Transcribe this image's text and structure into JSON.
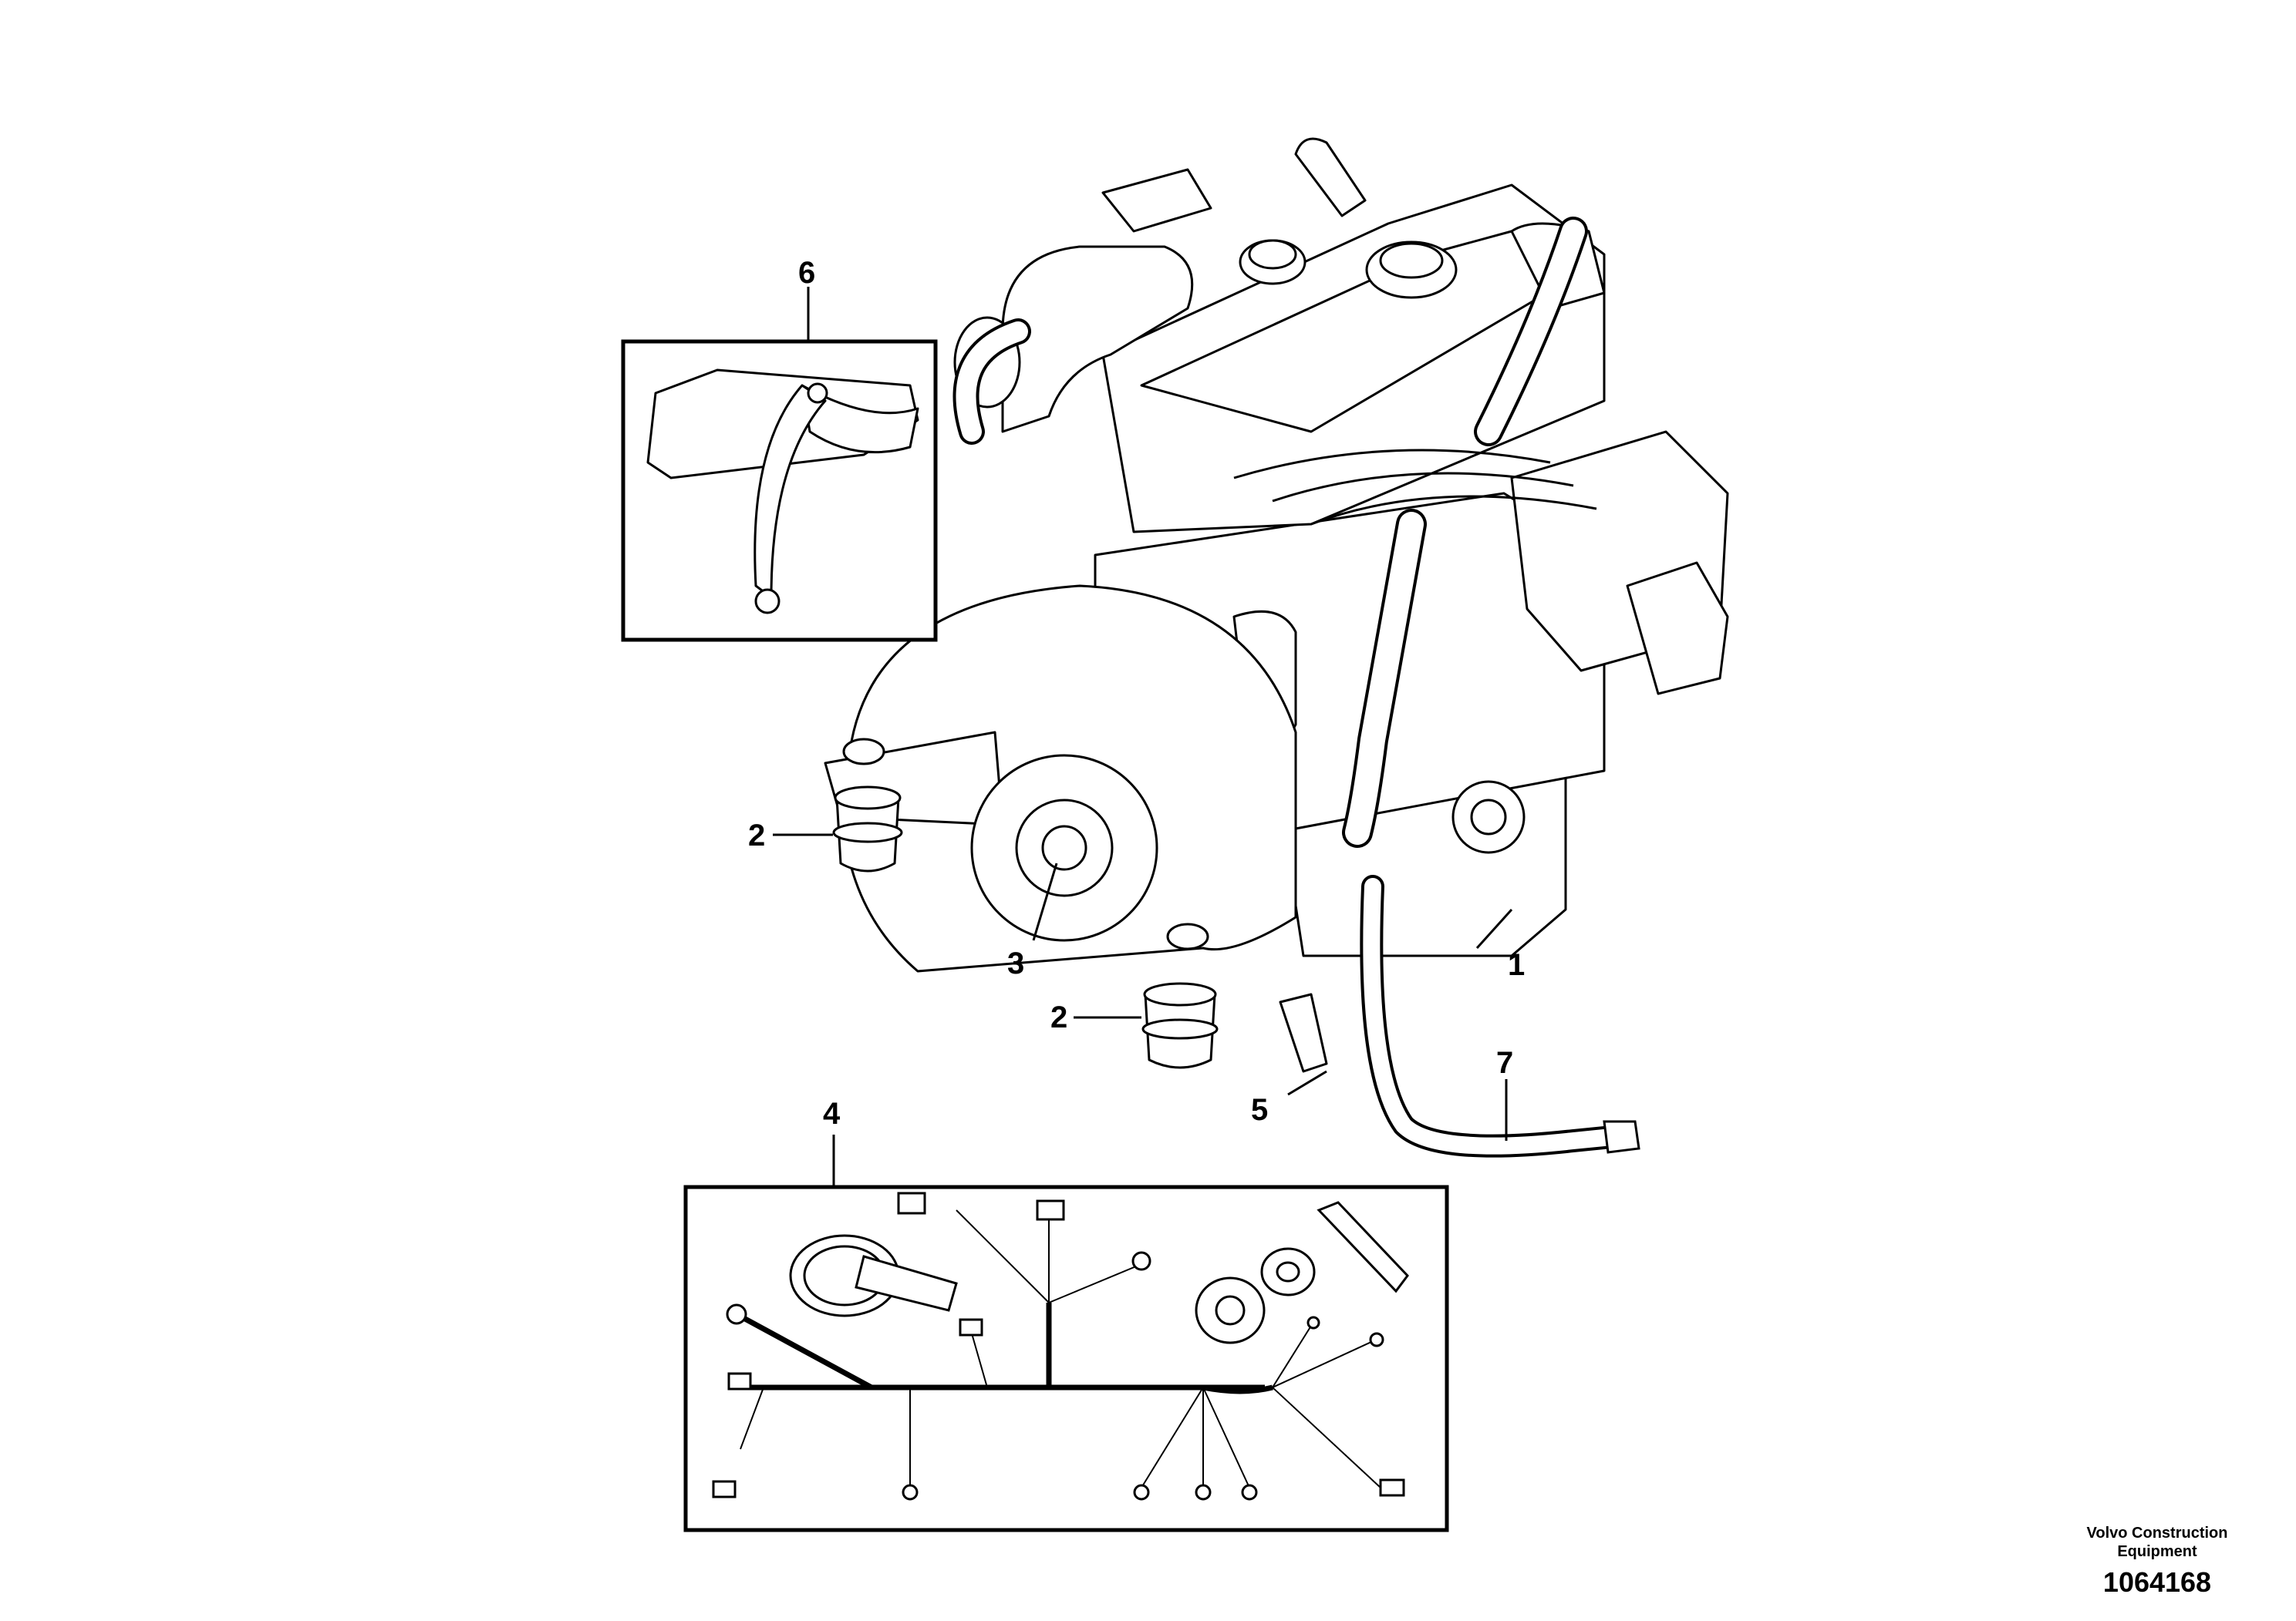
{
  "callouts": {
    "c1": "1",
    "c2a": "2",
    "c2b": "2",
    "c3": "3",
    "c4": "4",
    "c5": "5",
    "c6": "6",
    "c7": "7"
  },
  "footer": {
    "brand": "Volvo Construction Equipment",
    "drawing_number": "1064168"
  },
  "colors": {
    "line": "#000000",
    "background": "#ffffff"
  }
}
